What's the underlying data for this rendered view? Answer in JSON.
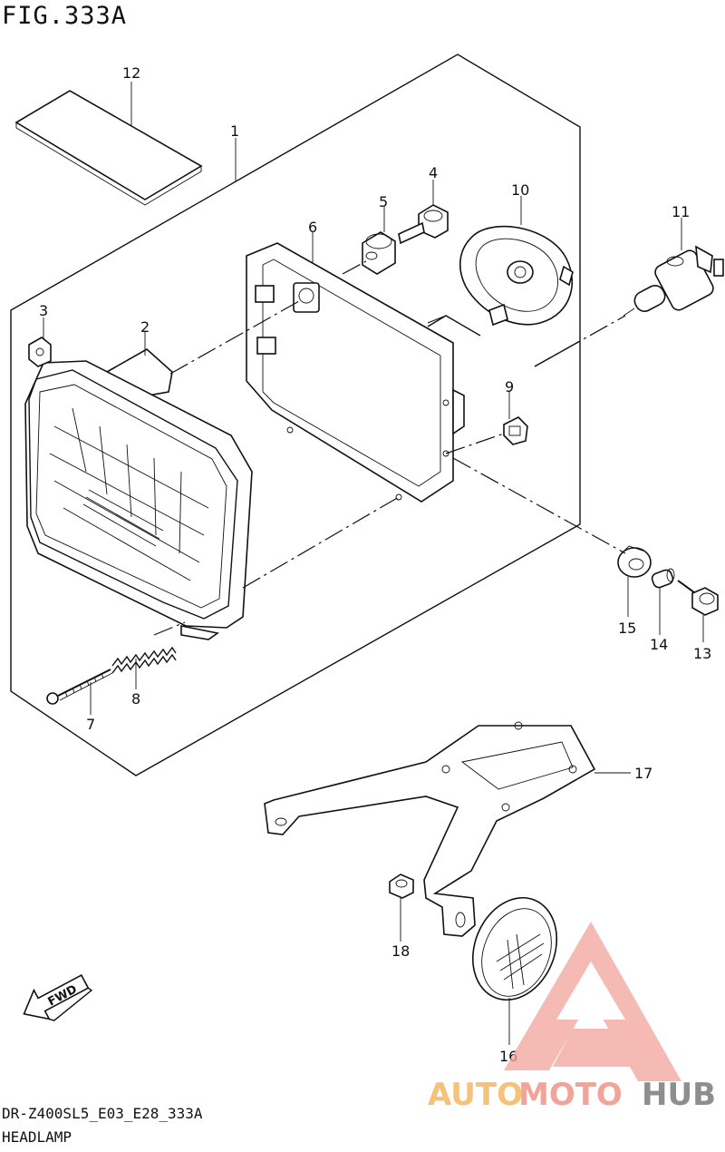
{
  "figure": {
    "title": "FIG.333A"
  },
  "footer": {
    "model_code": "DR-Z400SL5_E03_E28_333A",
    "section_name": "HEADLAMP"
  },
  "callouts": [
    "1",
    "2",
    "3",
    "4",
    "5",
    "6",
    "7",
    "8",
    "9",
    "10",
    "11",
    "12",
    "13",
    "14",
    "15",
    "16",
    "17",
    "18"
  ],
  "fwd_arrow": {
    "label": "FWD"
  },
  "watermark": {
    "part1": "AUTO",
    "part2": "MOTO",
    "part3": "HUB",
    "colors": {
      "auto": "#f6c27a",
      "moto": "#f2a49a",
      "hub": "#8e8e8e",
      "logo": "#f2a49a"
    }
  }
}
